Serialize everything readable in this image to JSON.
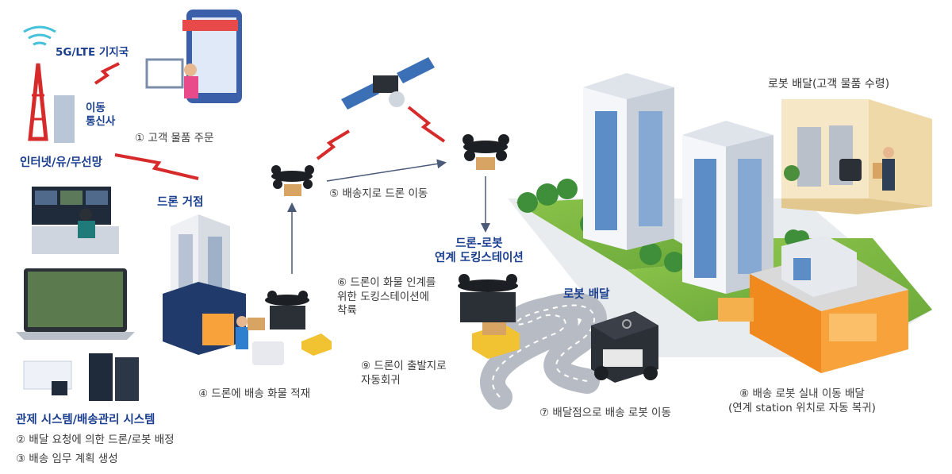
{
  "labels": {
    "base_station": "5G/LTE 기지국",
    "telecom": "이동\n통신사",
    "network": "인터넷/유/무선망",
    "drone_hub": "드론 거점",
    "dock_station": "드론-로봇\n연계 도킹스테이션",
    "robot_delivery": "로봇 배달",
    "robot_delivery_indoor": "로봇 배달(고객 물품 수령)",
    "control_system": "관제 시스템/배송관리 시스템"
  },
  "steps": {
    "s1": "① 고객 물품 주문",
    "s2": "② 배달 요청에 의한 드론/로봇 배정",
    "s3": "③ 배송 임무 계획 생성",
    "s4": "④ 드론에 배송 화물 적재",
    "s5": "⑤ 배송지로 드론 이동",
    "s6": "⑥ 드론이 화물 인계를\n위한 도킹스테이션에\n착륙",
    "s7": "⑦ 배달점으로 배송 로봇 이동",
    "s8": "⑧ 배송 로봇 실내 이동 배달\n(연계 station 위치로 자동 복귀)",
    "s9": "⑨ 드론이 출발지로\n자동회귀"
  }
}
